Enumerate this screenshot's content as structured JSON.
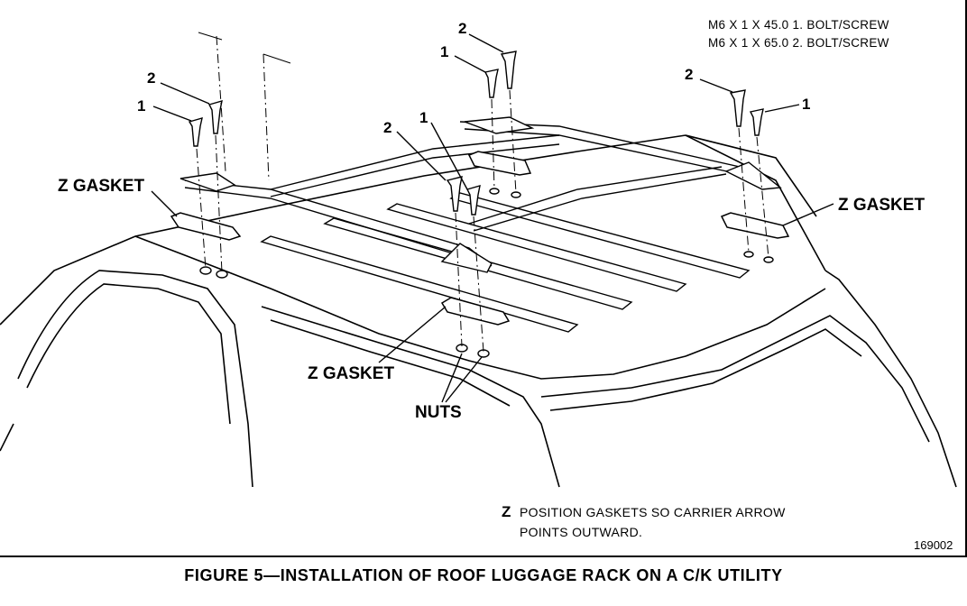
{
  "specs": {
    "line1": "M6 X 1 X 45.0 1. BOLT/SCREW",
    "line2": "M6 X 1 X 65.0 2. BOLT/SCREW"
  },
  "labels": {
    "z_gasket": "Z GASKET",
    "nuts": "NUTS",
    "num_1": "1",
    "num_2": "2"
  },
  "note": {
    "z": "Z",
    "line1": "POSITION GASKETS SO CARRIER ARROW",
    "line2": "POINTS OUTWARD."
  },
  "figure_number": "169002",
  "caption": "FIGURE 5—INSTALLATION OF ROOF LUGGAGE RACK ON A C/K UTILITY"
}
